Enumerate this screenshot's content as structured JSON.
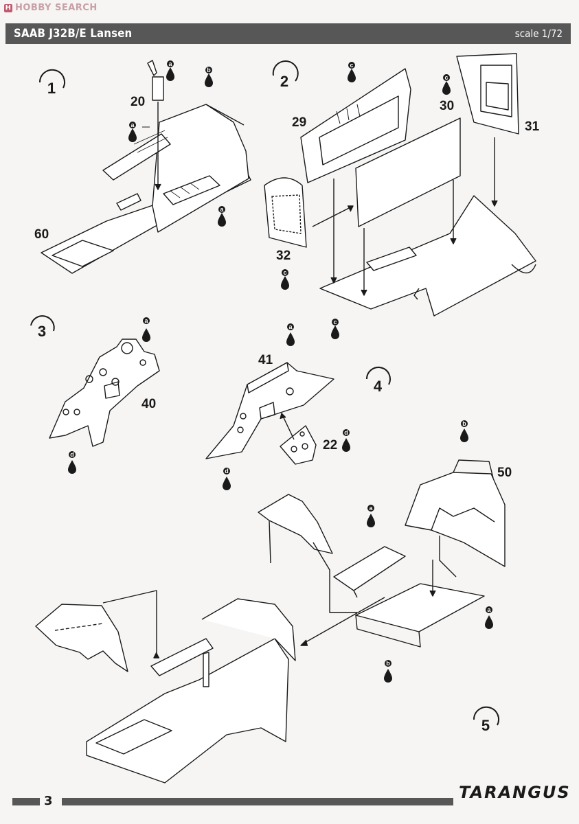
{
  "watermark": {
    "logo": "H",
    "text": "HOBBY SEARCH"
  },
  "header": {
    "title": "SAAB J32B/E Lansen",
    "scale": "scale 1/72"
  },
  "steps": [
    {
      "label": "1"
    },
    {
      "label": "2"
    },
    {
      "label": "3"
    },
    {
      "label": "4"
    },
    {
      "label": "5"
    }
  ],
  "parts": {
    "p20": "20",
    "p60": "60",
    "p29": "29",
    "p30": "30",
    "p31": "31",
    "p32": "32",
    "p40": "40",
    "p41": "41",
    "p22": "22",
    "p50": "50"
  },
  "paint": {
    "a": "a",
    "b": "b",
    "c": "c",
    "d": "d"
  },
  "footer": {
    "page": "3",
    "brand": "TARANGUS"
  },
  "colors": {
    "bar": "#575757",
    "paper": "#f6f5f3",
    "ink": "#1a1a1a",
    "panel": "#ffffff"
  }
}
